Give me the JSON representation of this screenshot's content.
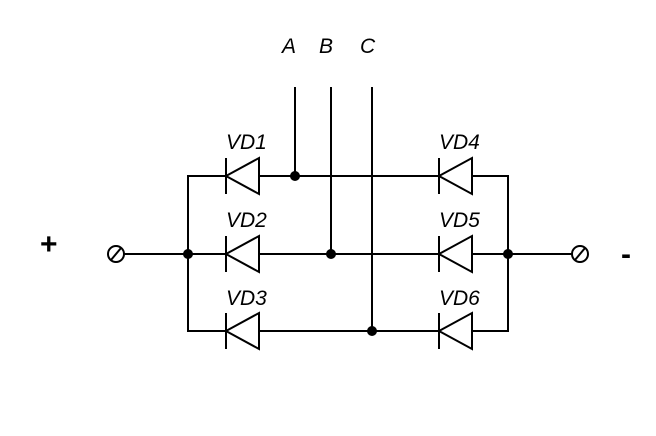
{
  "phases": [
    "A",
    "B",
    "C"
  ],
  "diodes": {
    "vd1": "VD1",
    "vd2": "VD2",
    "vd3": "VD3",
    "vd4": "VD4",
    "vd5": "VD5",
    "vd6": "VD6"
  },
  "terminals": {
    "positive": "+",
    "negative": "-"
  }
}
